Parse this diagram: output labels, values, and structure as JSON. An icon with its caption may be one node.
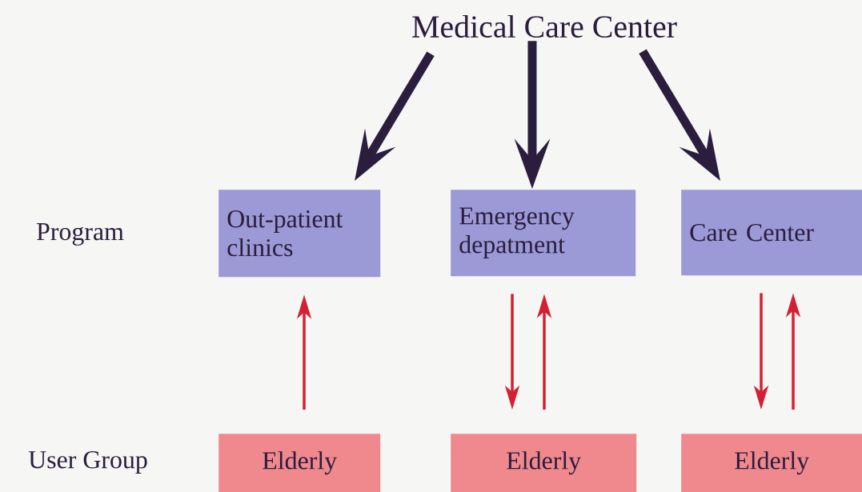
{
  "diagram": {
    "nodes": [
      {
        "text": [
          "Medical Care Center"
        ]
      },
      {
        "text": [
          "Out-patient clinics"
        ]
      },
      {
        "text": [
          "Emergency depatment"
        ]
      },
      {
        "text": [
          "Care Center"
        ]
      },
      {
        "text": [
          "Elderly"
        ]
      },
      {
        "text": [
          "Elderly"
        ]
      },
      {
        "text": [
          "Elderly"
        ]
      }
    ],
    "edges": [
      {
        "from": 0,
        "to": 1,
        "arrow": "to",
        "style": "thick",
        "color": "#2b1d3d"
      },
      {
        "from": 0,
        "to": 2,
        "arrow": "to",
        "style": "thick",
        "color": "#2b1d3d"
      },
      {
        "from": 0,
        "to": 3,
        "arrow": "to",
        "style": "thick",
        "color": "#2b1d3d"
      },
      {
        "from": 4,
        "to": 1,
        "arrow": "to"
      },
      {
        "from": 2,
        "to": 5,
        "arrow": "to"
      },
      {
        "from": 5,
        "to": 2,
        "arrow": "to"
      },
      {
        "from": 3,
        "to": 6,
        "arrow": "to"
      },
      {
        "from": 6,
        "to": 3,
        "arrow": "to"
      }
    ],
    "labels": [
      "Program",
      "User Group"
    ]
  }
}
